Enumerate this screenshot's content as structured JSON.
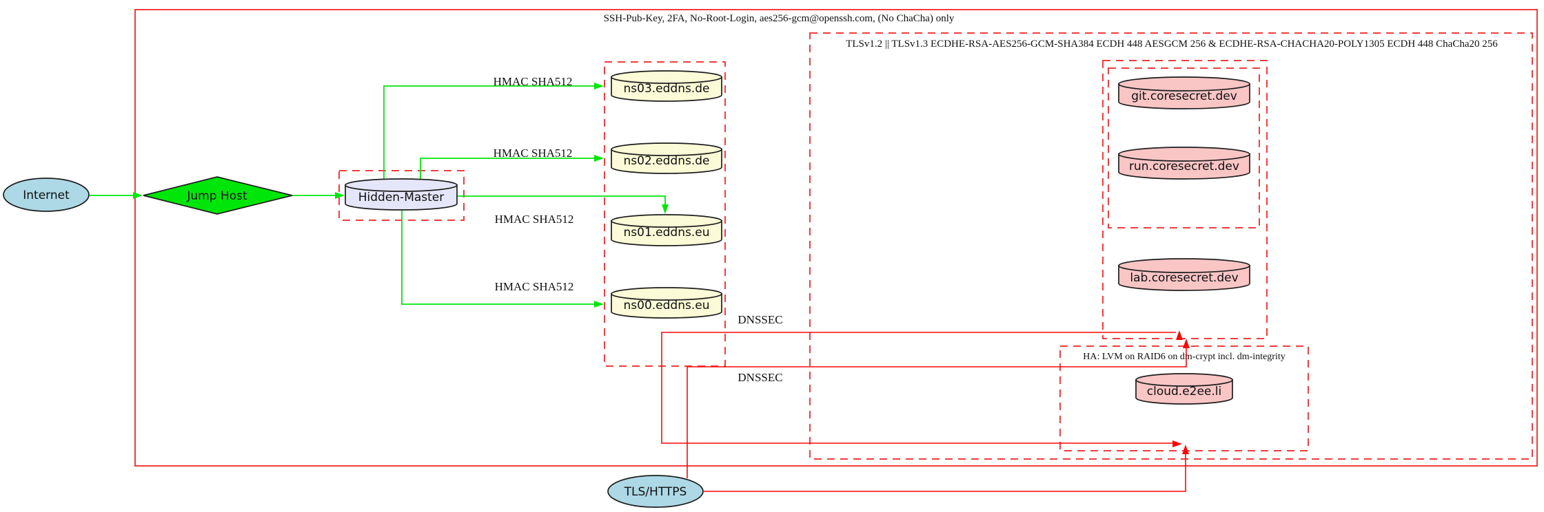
{
  "diagram": {
    "title_hint": "network security architecture graph",
    "clusters": {
      "ssh": {
        "label": "SSH-Pub-Key, 2FA, No-Root-Login, aes256-gcm@openssh.com, (No ChaCha) only",
        "border": "solid-red"
      },
      "tls": {
        "label": "TLSv1.2 || TLSv1.3 ECDHE-RSA-AES256-GCM-SHA384 ECDH 448 AESGCM 256 & ECDHE-RSA-CHACHA20-POLY1305 ECDH 448 ChaCha20 256",
        "border": "dashed-red"
      },
      "ha": {
        "label": "HA: LVM on RAID6 on dm-crypt incl. dm-integrity",
        "border": "dashed-red"
      },
      "nameservers": {
        "label": "",
        "border": "dashed-red"
      },
      "hidden_master_box": {
        "label": "",
        "border": "dashed-red"
      },
      "coresecret_outer": {
        "label": "",
        "border": "dashed-red"
      },
      "coresecret_inner": {
        "label": "",
        "border": "dashed-red"
      }
    },
    "nodes": {
      "internet": {
        "label": "Internet",
        "shape": "ellipse",
        "fill": "#add8e6"
      },
      "jump_host": {
        "label": "Jump Host",
        "shape": "diamond",
        "fill": "#00e60a"
      },
      "hidden_master": {
        "label": "Hidden-Master",
        "shape": "cylinder",
        "fill": "#e6e6fa"
      },
      "ns03": {
        "label": "ns03.eddns.de",
        "shape": "cylinder",
        "fill": "#fbfbd8"
      },
      "ns02": {
        "label": "ns02.eddns.de",
        "shape": "cylinder",
        "fill": "#fbfbd8"
      },
      "ns01": {
        "label": "ns01.eddns.eu",
        "shape": "cylinder",
        "fill": "#fbfbd8"
      },
      "ns00": {
        "label": "ns00.eddns.eu",
        "shape": "cylinder",
        "fill": "#fbfbd8"
      },
      "git": {
        "label": "git.coresecret.dev",
        "shape": "cylinder",
        "fill": "#f9c5c5"
      },
      "run": {
        "label": "run.coresecret.dev",
        "shape": "cylinder",
        "fill": "#f9c5c5"
      },
      "lab": {
        "label": "lab.coresecret.dev",
        "shape": "cylinder",
        "fill": "#f9c5c5"
      },
      "cloud": {
        "label": "cloud.e2ee.li",
        "shape": "cylinder",
        "fill": "#f9c5c5"
      },
      "tls_https": {
        "label": "TLS/HTTPS",
        "shape": "ellipse",
        "fill": "#add8e6"
      }
    },
    "edges": [
      {
        "from": "internet",
        "to": "jump_host",
        "label": "",
        "color": "green"
      },
      {
        "from": "jump_host",
        "to": "hidden_master",
        "label": "",
        "color": "green"
      },
      {
        "from": "hidden_master",
        "to": "ns03",
        "label": "HMAC SHA512",
        "color": "green"
      },
      {
        "from": "hidden_master",
        "to": "ns02",
        "label": "HMAC SHA512",
        "color": "green"
      },
      {
        "from": "hidden_master",
        "to": "ns01",
        "label": "HMAC SHA512",
        "color": "green"
      },
      {
        "from": "hidden_master",
        "to": "ns00",
        "label": "HMAC SHA512",
        "color": "green"
      },
      {
        "from": "nameservers",
        "to": "coresecret-cluster",
        "label": "DNSSEC",
        "color": "red",
        "dir": "both-ends-arrowed"
      },
      {
        "from": "tls_https",
        "to": "coresecret-cluster",
        "label": "DNSSEC",
        "color": "red"
      },
      {
        "from": "tls_https",
        "to": "ha-cluster",
        "label": "",
        "color": "red"
      }
    ],
    "colors": {
      "edge_green": "#00e60a",
      "edge_red": "#fd0606",
      "cluster_red": "#f43b3b",
      "node_blue": "#add8e6",
      "node_green": "#00e60a",
      "node_lavender": "#e6e6fa",
      "node_yellow": "#fbfbd8",
      "node_pink": "#f9c5c5",
      "text": "#101010",
      "background": "#ffffff"
    }
  }
}
